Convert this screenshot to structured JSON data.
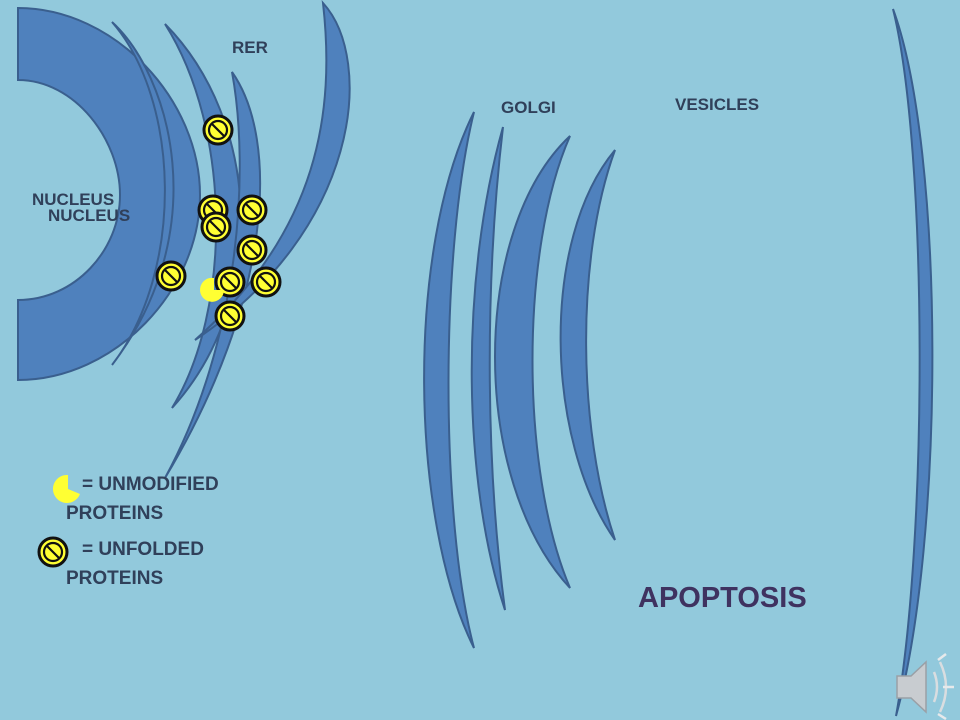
{
  "labels": {
    "rer": "RER",
    "golgi": "GOLGI",
    "vesicles": "VESICLES",
    "nucleus_1": "NUCLEUS",
    "nucleus_2": "NUCLEUS",
    "apoptosis": "APOPTOSIS"
  },
  "legend": {
    "unmodified_line1": "= UNMODIFIED",
    "unmodified_line2": "PROTEINS",
    "unfolded_line1": "= UNFOLDED",
    "unfolded_line2": "PROTEINS"
  },
  "colors": {
    "background": "#92c9dc",
    "organelle_fill": "#4f81bd",
    "organelle_stroke": "#3a5f8e",
    "protein_fill": "#ffff33",
    "apoptosis_text": "#3f3260"
  },
  "icons": {
    "unmodified_protein": "pacman-shape-icon",
    "unfolded_protein": "prohibited-circle-icon",
    "audio": "speaker-icon"
  }
}
